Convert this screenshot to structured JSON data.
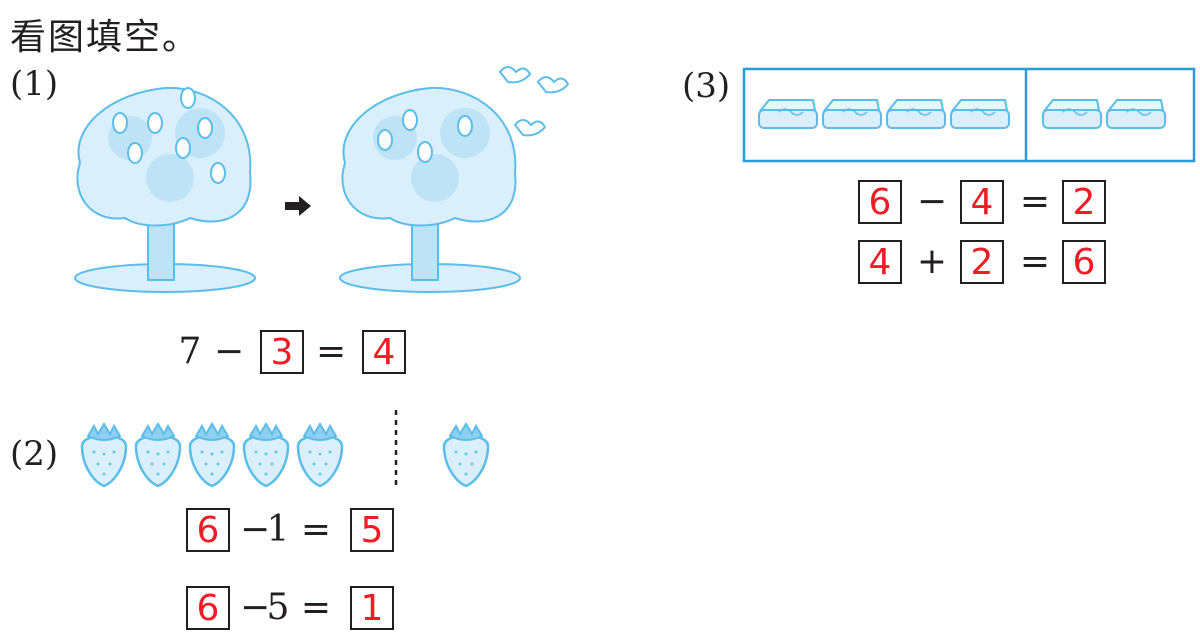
{
  "title": "看图填空。",
  "problems": [
    {
      "label": "(1)",
      "equation": {
        "a": "7",
        "op": "−",
        "b": "3",
        "eq": "=",
        "result": "4"
      }
    },
    {
      "label": "(2)",
      "equations": [
        {
          "a": "6",
          "op": "−",
          "b": "1",
          "eq": "=",
          "result": "5"
        },
        {
          "a": "6",
          "op": "−",
          "b": "5",
          "eq": "=",
          "result": "1"
        }
      ]
    },
    {
      "label": "(3)",
      "equations": [
        {
          "a": "6",
          "op": "−",
          "b": "4",
          "eq": "=",
          "result": "2"
        },
        {
          "a": "4",
          "op": "+",
          "b": "2",
          "eq": "=",
          "result": "6"
        }
      ]
    }
  ],
  "icons": [
    "tree-with-birds-icon",
    "arrow-right-icon",
    "strawberry-icon",
    "eraser-icon"
  ],
  "colors": {
    "illustration": "#5bbde8",
    "illustration_fill": "#d9effb",
    "answer": "#ee1c25",
    "text": "#231f20",
    "frame": "#2b9bd8"
  }
}
